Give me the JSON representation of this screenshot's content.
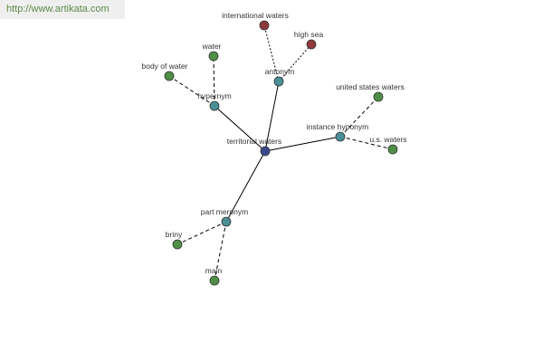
{
  "watermark": "http://www.artikata.com",
  "colors": {
    "center": "#3a4a8f",
    "relation": "#4a8f96",
    "leaf": "#4f8f47",
    "antonym_leaf": "#8f3a3a",
    "edge": "#000000",
    "node_stroke": "#333333"
  },
  "graph": {
    "center": {
      "id": "territorial-waters",
      "label": "territorial waters"
    },
    "relations": [
      {
        "id": "hypernym",
        "label": "hypernym",
        "leaves": [
          {
            "id": "body-of-water",
            "label": "body of water"
          },
          {
            "id": "water",
            "label": "water"
          }
        ]
      },
      {
        "id": "antonym",
        "label": "antonym",
        "leaves": [
          {
            "id": "international-waters",
            "label": "international waters"
          },
          {
            "id": "high-sea",
            "label": "high sea"
          }
        ]
      },
      {
        "id": "instance-hyponym",
        "label": "instance hyponym",
        "leaves": [
          {
            "id": "united-states-waters",
            "label": "united states waters"
          },
          {
            "id": "us-waters",
            "label": "u.s. waters"
          }
        ]
      },
      {
        "id": "part-meronym",
        "label": "part meronym",
        "leaves": [
          {
            "id": "briny",
            "label": "briny"
          },
          {
            "id": "main",
            "label": "main"
          }
        ]
      }
    ]
  }
}
